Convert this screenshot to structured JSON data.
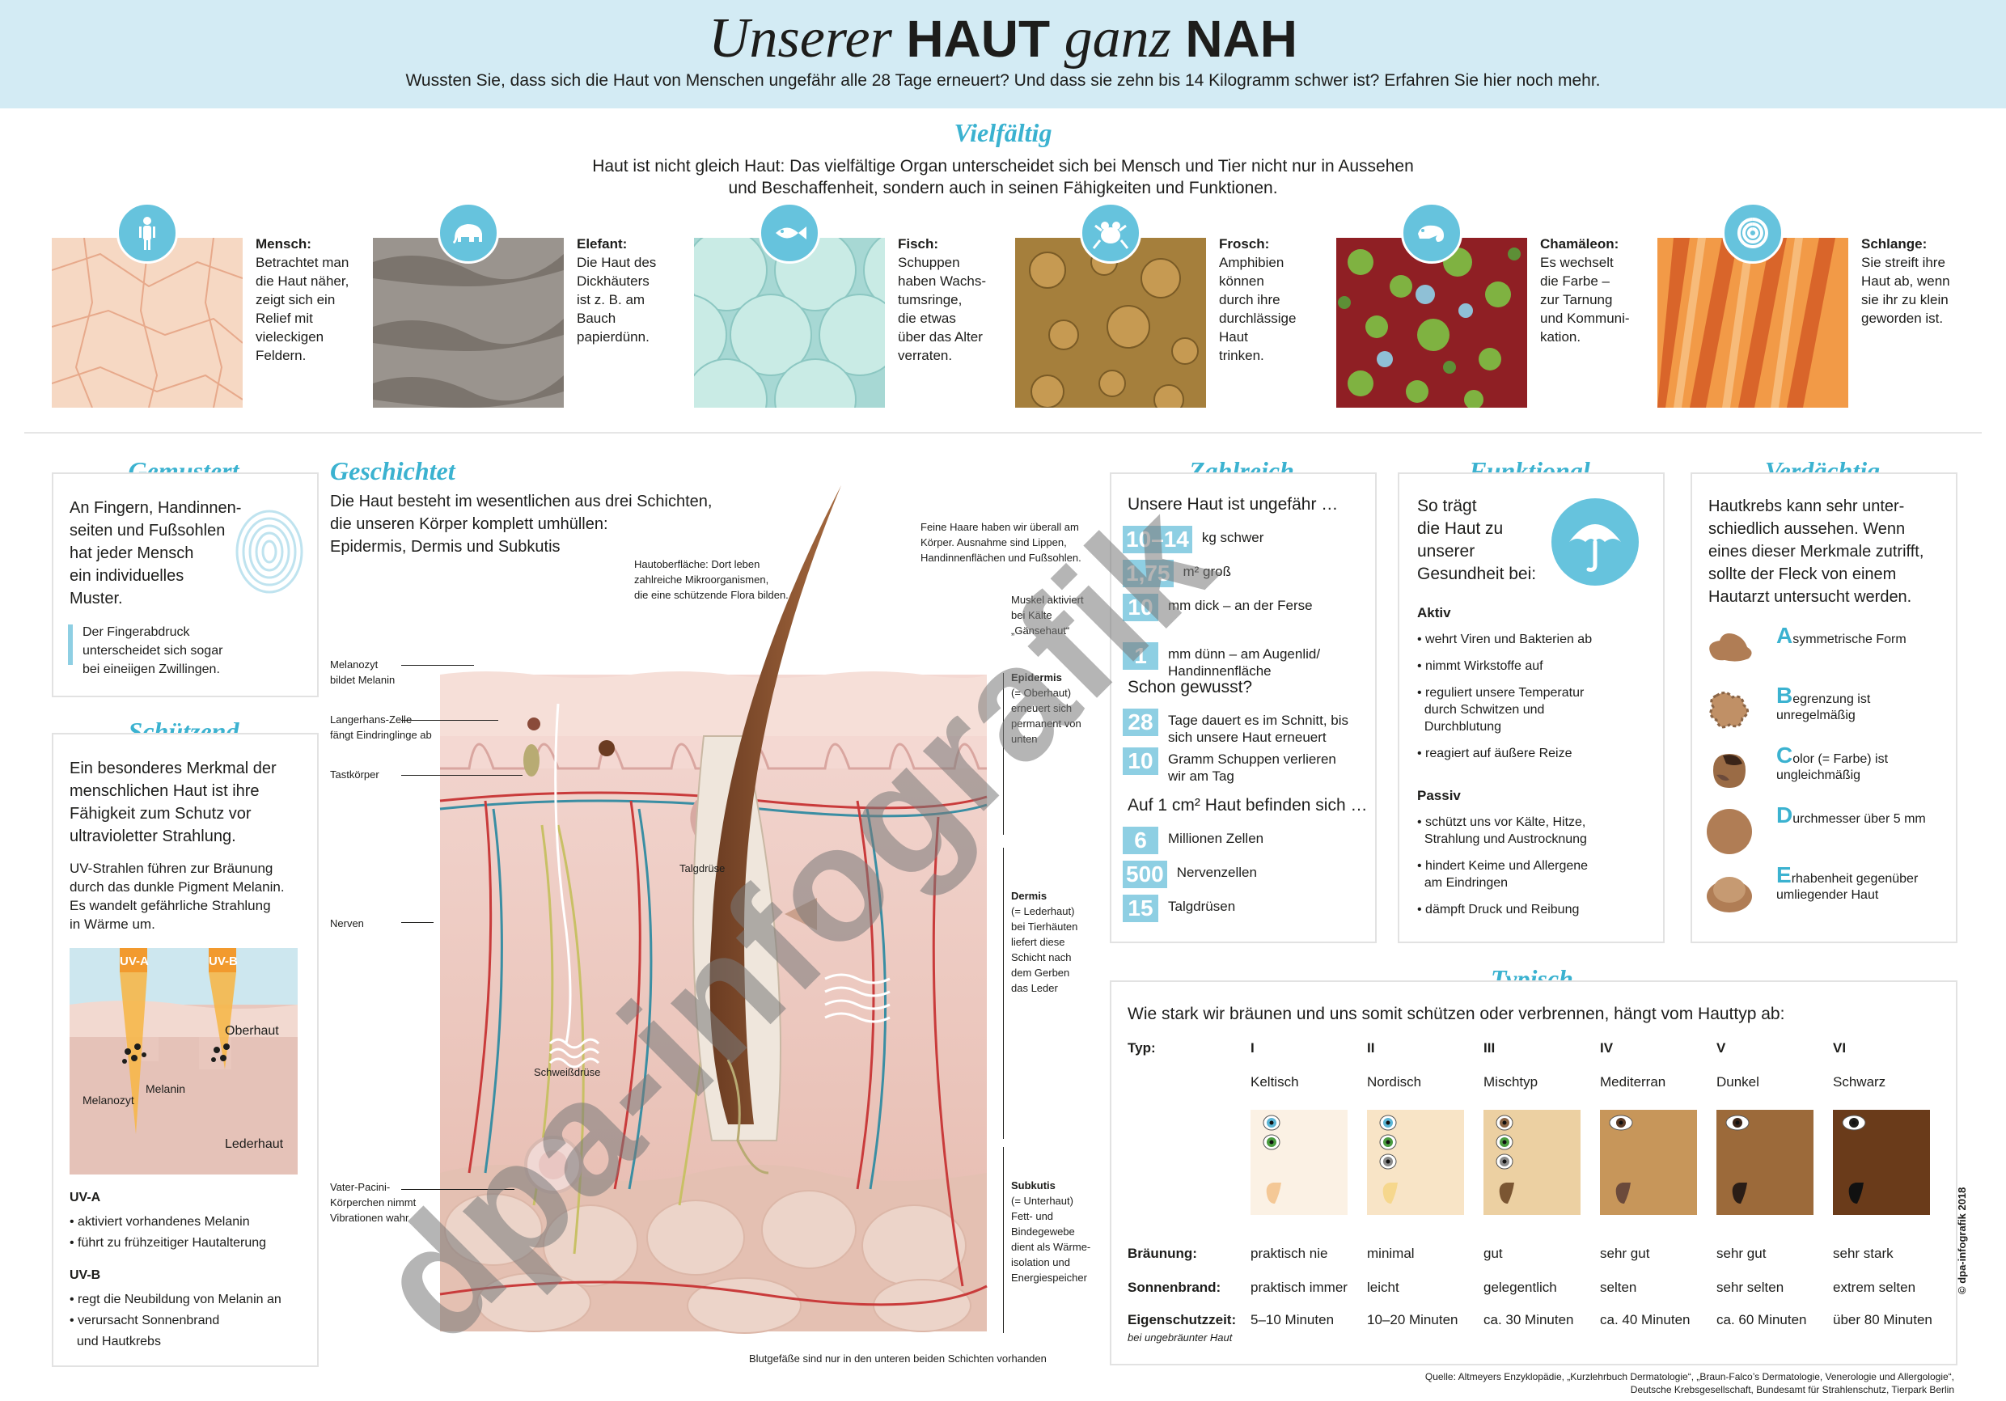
{
  "header": {
    "title_part1": "Unserer",
    "title_part2": "HAUT",
    "title_part3": "ganz",
    "title_part4": "NAH",
    "subtitle": "Wussten Sie, dass sich die Haut von Menschen ungefähr alle 28 Tage erneuert? Und dass sie zehn bis 14 Kilogramm schwer ist? Erfahren Sie hier noch mehr."
  },
  "vielfaeltig": {
    "heading": "Vielfältig",
    "intro_line1": "Haut ist nicht gleich Haut: Das vielfältige Organ unterscheidet sich bei Mensch und Tier nicht nur in Aussehen",
    "intro_line2": "und Beschaffenheit, sondern auch in seinen Fähigkeiten und Funktionen.",
    "animals": [
      {
        "name": "Mensch:",
        "lines": [
          "Betrachtet man",
          "die Haut näher,",
          "zeigt sich ein",
          "Relief mit",
          "vieleckigen",
          "Feldern."
        ],
        "icon": "human-icon",
        "color": "#f6d8c3"
      },
      {
        "name": "Elefant:",
        "lines": [
          "Die Haut des",
          "Dickhäuters",
          "ist z. B. am",
          "Bauch",
          "papierdünn."
        ],
        "icon": "elephant-icon",
        "color": "#9a948e"
      },
      {
        "name": "Fisch:",
        "lines": [
          "Schuppen",
          "haben Wachs-",
          "tumsringe,",
          "die etwas",
          "über das Alter",
          "verraten."
        ],
        "icon": "fish-icon",
        "color": "#a7d8d4"
      },
      {
        "name": "Frosch:",
        "lines": [
          "Amphibien",
          "können",
          "durch ihre",
          "durchlässige",
          "Haut",
          "trinken."
        ],
        "icon": "frog-icon",
        "color": "#a57f3c"
      },
      {
        "name": "Chamäleon:",
        "lines": [
          "Es wechselt",
          "die Farbe –",
          "zur Tarnung",
          "und Kommuni-",
          "kation."
        ],
        "icon": "chameleon-icon",
        "color": "#8f1f24"
      },
      {
        "name": "Schlange:",
        "lines": [
          "Sie streift ihre",
          "Haut ab, wenn",
          "sie ihr zu klein",
          "geworden ist."
        ],
        "icon": "snake-icon",
        "color": "#f29a47"
      }
    ]
  },
  "gemustert": {
    "heading": "Gemustert",
    "lines": [
      "An Fingern, Handinnen-",
      "seiten und Fußsohlen",
      "hat jeder Mensch",
      "ein individuelles",
      "Muster."
    ],
    "note": [
      "Der Fingerabdruck",
      "unterscheidet sich sogar",
      "bei eineiigen Zwillingen."
    ]
  },
  "schuetzend": {
    "heading": "Schützend",
    "lines": [
      "Ein besonderes Merkmal der",
      "menschlichen Haut ist ihre",
      "Fähigkeit zum Schutz vor",
      "ultravioletter Strahlung."
    ],
    "lines2": [
      "UV-Strahlen führen zur Bräunung",
      "durch das dunkle Pigment Melanin.",
      "Es wandelt gefährliche Strahlung",
      "in Wärme um."
    ],
    "diagram": {
      "uva": "UV-A",
      "uvb": "UV-B",
      "oberhaut": "Oberhaut",
      "lederhaut": "Lederhaut",
      "melanozyt": "Melanozyt",
      "melanin": "Melanin"
    },
    "uva_title": "UV-A",
    "uva_items": [
      "• aktiviert vorhandenes Melanin",
      "• führt zu frühzeitiger Hautalterung"
    ],
    "uvb_title": "UV-B",
    "uvb_items": [
      "• regt die Neubildung von Melanin an",
      "• verursacht Sonnenbrand",
      "  und Hautkrebs"
    ]
  },
  "geschichtet": {
    "heading": "Geschichtet",
    "lines": [
      "Die Haut besteht im wesentlichen aus drei Schichten,",
      "die unseren Körper komplett umhüllen:",
      "Epidermis, Dermis und Subkutis"
    ],
    "labels": {
      "hautoberflaeche": [
        "Hautoberfläche: Dort leben",
        "zahlreiche Mikroorganismen,",
        "die eine schützende Flora bilden."
      ],
      "haare": [
        "Feine Haare haben wir überall am",
        "Körper. Ausnahme sind Lippen,",
        "Handinnenflächen und Fußsohlen."
      ],
      "muskel": [
        "Muskel aktiviert",
        "bei Kälte",
        "„Gänsehaut“"
      ],
      "melanozyt": [
        "Melanozyt",
        "bildet Melanin"
      ],
      "langerhans": [
        "Langerhans-Zelle",
        "fängt Eindringlinge ab"
      ],
      "tastkoerper": [
        "Tastkörper"
      ],
      "talgdruese": [
        "Talgdrüse"
      ],
      "nerven": [
        "Nerven"
      ],
      "schweissdruese": [
        "Schweißdrüse"
      ],
      "vater": [
        "Vater-Pacini-",
        "Körperchen nimmt",
        "Vibrationen wahr"
      ],
      "blutgefaesse": [
        "Blutgefäße sind nur in den unteren beiden Schichten vorhanden"
      ],
      "epidermis": [
        "Epidermis",
        "(= Oberhaut)",
        "erneuert sich",
        "permanent von",
        "unten"
      ],
      "dermis": [
        "Dermis",
        "(= Lederhaut)",
        "bei Tierhäuten",
        "liefert diese",
        "Schicht nach",
        "dem Gerben",
        "das Leder"
      ],
      "subkutis": [
        "Subkutis",
        "(= Unterhaut)",
        "Fett- und",
        "Bindegewebe",
        "dient als Wärme-",
        "isolation und",
        "Energiespeicher"
      ]
    }
  },
  "zahlreich": {
    "heading": "Zahlreich",
    "intro": "Unsere Haut ist ungefähr …",
    "facts": [
      {
        "num": "10–14",
        "text": [
          "kg schwer"
        ]
      },
      {
        "num": "1,75",
        "text": [
          "m² groß"
        ]
      },
      {
        "num": "10",
        "text": [
          "mm dick – an der Ferse"
        ]
      },
      {
        "num": "1",
        "text": [
          "mm dünn – am Augenlid/",
          "Handinnenfläche"
        ]
      }
    ],
    "gewusst": "Schon gewusst?",
    "gewusst_facts": [
      {
        "num": "28",
        "text": [
          "Tage dauert es im Schnitt, bis",
          "sich unsere Haut erneuert"
        ]
      },
      {
        "num": "10",
        "text": [
          "Gramm Schuppen verlieren",
          "wir am Tag"
        ]
      }
    ],
    "per_cm": "Auf 1 cm² Haut befinden sich …",
    "per_cm_facts": [
      {
        "num": "6",
        "text": [
          "Millionen Zellen"
        ]
      },
      {
        "num": "500",
        "text": [
          "Nervenzellen"
        ]
      },
      {
        "num": "15",
        "text": [
          "Talgdrüsen"
        ]
      }
    ]
  },
  "funktional": {
    "heading": "Funktional",
    "intro": [
      "So trägt",
      "die Haut zu",
      "unserer",
      "Gesundheit bei:"
    ],
    "aktiv_title": "Aktiv",
    "aktiv": [
      [
        "• wehrt Viren und Bakterien ab"
      ],
      [
        "• nimmt Wirkstoffe auf"
      ],
      [
        "• reguliert unsere Temperatur",
        "  durch Schwitzen und",
        "  Durchblutung"
      ],
      [
        "• reagiert auf äußere Reize"
      ]
    ],
    "passiv_title": "Passiv",
    "passiv": [
      [
        "• schützt uns vor Kälte, Hitze,",
        "  Strahlung und Austrocknung"
      ],
      [
        "• hindert Keime und Allergene",
        "  am Eindringen"
      ],
      [
        "• dämpft Druck und Reibung"
      ]
    ]
  },
  "verdaechtig": {
    "heading": "Verdächtig",
    "intro": [
      "Hautkrebs kann sehr unter-",
      "schiedlich aussehen. Wenn",
      "eines dieser Merkmale zutrifft,",
      "sollte der Fleck von einem",
      "Hautarzt untersucht werden."
    ],
    "abcde": [
      {
        "letter": "A",
        "rest": [
          "symmetrische Form"
        ]
      },
      {
        "letter": "B",
        "rest": [
          "egrenzung ist",
          "unregelmäßig"
        ]
      },
      {
        "letter": "C",
        "rest": [
          "olor (= Farbe) ist",
          "ungleichmäßig"
        ]
      },
      {
        "letter": "D",
        "rest": [
          "urchmesser über 5 mm"
        ]
      },
      {
        "letter": "E",
        "rest": [
          "rhabenheit gegenüber",
          "umliegender Haut"
        ]
      }
    ]
  },
  "typisch": {
    "heading": "Typisch",
    "intro": "Wie stark wir bräunen und uns somit schützen oder verbrennen, hängt vom Hauttyp ab:",
    "row_labels": {
      "typ": "Typ:",
      "braeunung": "Bräunung:",
      "sonnenbrand": "Sonnenbrand:",
      "eigenschutz": "Eigenschutzzeit:",
      "eigenschutz_note": "bei ungebräunter Haut"
    },
    "types": [
      {
        "num": "I",
        "name": "Keltisch",
        "braeunung": "praktisch nie",
        "sonnenbrand": "praktisch immer",
        "zeit": "5–10 Minuten",
        "skin": "#fbf1e4",
        "hair": "#f4c896"
      },
      {
        "num": "II",
        "name": "Nordisch",
        "braeunung": "minimal",
        "sonnenbrand": "leicht",
        "zeit": "10–20 Minuten",
        "skin": "#f8e4c6",
        "hair": "#f6d78d"
      },
      {
        "num": "III",
        "name": "Mischtyp",
        "braeunung": "gut",
        "sonnenbrand": "gelegentlich",
        "zeit": "ca. 30 Minuten",
        "skin": "#ecd0a2",
        "hair": "#7b5632"
      },
      {
        "num": "IV",
        "name": "Mediterran",
        "braeunung": "sehr gut",
        "sonnenbrand": "selten",
        "zeit": "ca. 40 Minuten",
        "skin": "#c7965a",
        "hair": "#6b4a3b"
      },
      {
        "num": "V",
        "name": "Dunkel",
        "braeunung": "sehr gut",
        "sonnenbrand": "sehr selten",
        "zeit": "ca. 60 Minuten",
        "skin": "#9c6a3a",
        "hair": "#2a1d16"
      },
      {
        "num": "VI",
        "name": "Schwarz",
        "braeunung": "sehr stark",
        "sonnenbrand": "extrem selten",
        "zeit": "über 80 Minuten",
        "skin": "#6a3b1a",
        "hair": "#111111"
      }
    ]
  },
  "footer": {
    "source1": "Quelle: Altmeyers Enzyklopädie, „Kurzlehrbuch Dermatologie“, „Braun-Falco’s Dermatologie, Venerologie und Allergologie“,",
    "source2": "Deutsche Krebsgesellschaft, Bundesamt für Strahlenschutz, Tierpark Berlin",
    "credit": "© dpa-infografik 2018",
    "watermark": "dpa-infografik"
  },
  "colors": {
    "accent": "#3bb2d0",
    "number_box": "#8ecfe3",
    "header_bg": "#d3ebf4"
  }
}
